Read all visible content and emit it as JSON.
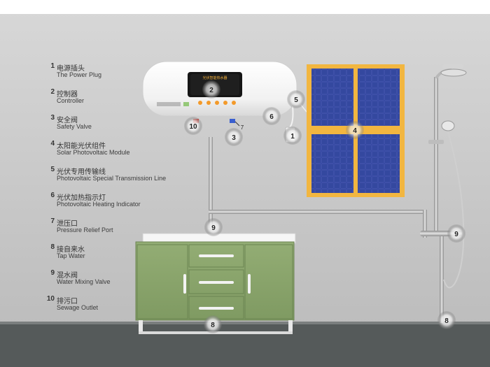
{
  "legend": [
    {
      "num": "1",
      "zh": "电源插头",
      "en": "The Power Plug"
    },
    {
      "num": "2",
      "zh": "控制器",
      "en": "Controller"
    },
    {
      "num": "3",
      "zh": "安全阀",
      "en": "Safety Valve"
    },
    {
      "num": "4",
      "zh": "太阳能光伏组件",
      "en": "Solar Photovoltaic Module"
    },
    {
      "num": "5",
      "zh": "光伏专用传输线",
      "en": "Photovoltaic Special Transmission Line"
    },
    {
      "num": "6",
      "zh": "光伏加热指示灯",
      "en": "Photovoltaic Heating Indicator"
    },
    {
      "num": "7",
      "zh": "泄压口",
      "en": "Pressure Relief Port"
    },
    {
      "num": "8",
      "zh": "接自来水",
      "en": "Tap Water"
    },
    {
      "num": "9",
      "zh": "混水阀",
      "en": "Water Mixing Valve"
    },
    {
      "num": "10",
      "zh": "排污口",
      "en": "Sewage Outlet"
    }
  ],
  "callouts": {
    "plug": "1",
    "controller": "2",
    "safety_valve": "3",
    "solar_module": "4",
    "transmission_line": "5",
    "heating_indicator": "6",
    "pressure_relief": "7",
    "tap_water_sink": "8",
    "tap_water_shower": "8",
    "mixing_valve_sink": "9",
    "mixing_valve_shower": "9",
    "sewage_outlet": "10"
  },
  "controller_screen_text": "光伏智能热水器",
  "colors": {
    "wall": "#c9c9c9",
    "cabinet": "#8aa56c",
    "panel_frame": "#f2b640",
    "panel_cell": "#2b3d9b",
    "outlet_red": "#d9342b",
    "outlet_blue": "#3a5fd0"
  }
}
